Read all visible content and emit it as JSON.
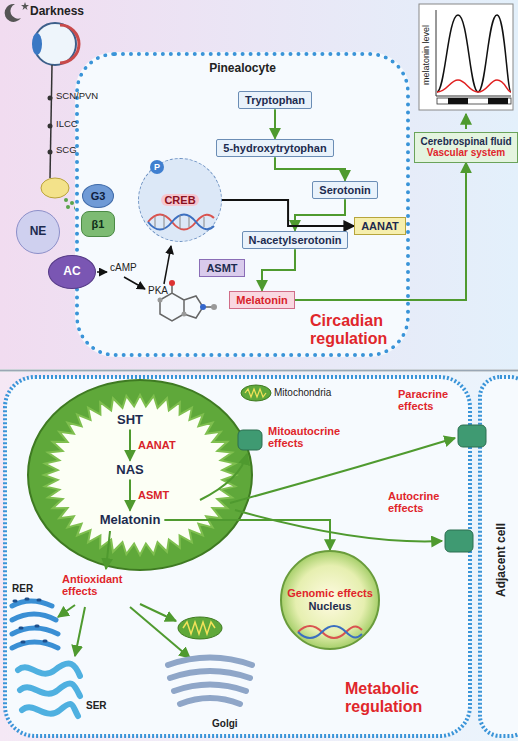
{
  "diagram": {
    "nodes": [
      {
        "text": [
          "Pinealocyte"
        ]
      },
      {
        "text": [
          "Tryptophan"
        ],
        "in": 0
      },
      {
        "text": [
          "5-hydroxytrytophan"
        ],
        "in": 0
      },
      {
        "text": [
          "Serotonin"
        ],
        "in": 0
      },
      {
        "text": [
          "AANAT"
        ],
        "in": 0
      },
      {
        "text": [
          "N-acetylserotonin"
        ],
        "in": 0
      },
      {
        "text": [
          "ASMT"
        ],
        "in": 0
      },
      {
        "text": [
          "Melatonin"
        ],
        "in": 0
      },
      {
        "text": [
          "CREB"
        ],
        "in": 0
      },
      {
        "text": [
          "NE"
        ]
      },
      {
        "text": [
          "G3"
        ]
      },
      {
        "text": [
          "β1"
        ]
      },
      {
        "text": [
          "AC"
        ]
      },
      {
        "text": [
          "Cerebrospinal fluid",
          "Vascular system"
        ]
      },
      {
        "text": [
          "SHT"
        ]
      },
      {
        "text": [
          "NAS"
        ]
      },
      {
        "text": [
          "Melatonin"
        ]
      },
      {
        "text": [
          "Genomic effects",
          "Nucleus"
        ]
      }
    ],
    "edges": [
      {
        "from": 1,
        "to": 2,
        "arrow": "to"
      },
      {
        "from": 2,
        "to": 3,
        "arrow": "to"
      },
      {
        "from": 3,
        "to": 5,
        "arrow": "to"
      },
      {
        "from": 5,
        "to": 7,
        "arrow": "to"
      },
      {
        "from": 7,
        "to": 13,
        "arrow": "to"
      },
      {
        "from": 8,
        "to": 4,
        "arrow": "to"
      },
      {
        "from": 14,
        "to": 15,
        "label": "AANAT",
        "arrow": "to"
      },
      {
        "from": 15,
        "to": 16,
        "label": "ASMT",
        "arrow": "to"
      },
      {
        "from": 16,
        "to": 17,
        "arrow": "to"
      }
    ],
    "labels": [
      "Darkness",
      "SCN/PVN",
      "ILCC",
      "SCG",
      "cAMP",
      "PKA",
      "P",
      "melatonin level",
      "Circadian regulation",
      "Mitochondria",
      "Mitoautocrine effects",
      "Paracrine effects",
      "Autocrine effects",
      "Antioxidant effects",
      "RER",
      "SER",
      "Golgi",
      "Adjacent cell",
      "Metabolic regulation"
    ]
  }
}
